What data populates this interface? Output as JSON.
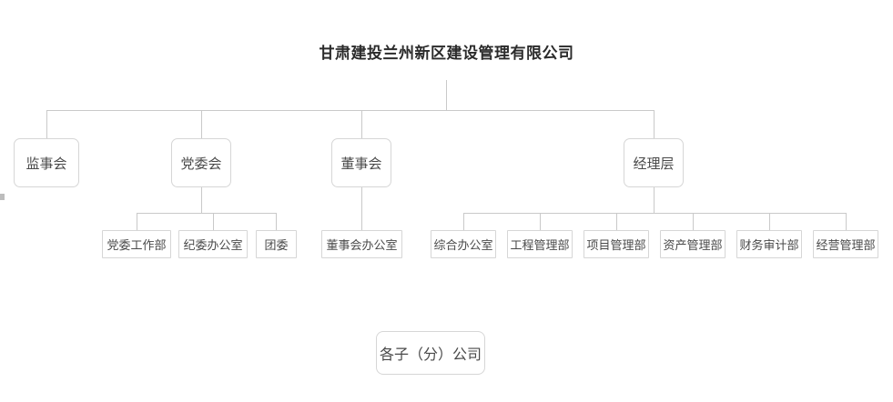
{
  "chart": {
    "type": "org-chart",
    "title": "甘肃建投兰州新区建设管理有限公司",
    "root": {
      "label": "甘肃建投兰州新区建设管理有限公司"
    },
    "level2": [
      {
        "label": "监事会"
      },
      {
        "label": "党委会"
      },
      {
        "label": "董事会"
      },
      {
        "label": "经理层"
      }
    ],
    "level3_dangweihui": [
      {
        "label": "党委工作部"
      },
      {
        "label": "纪委办公室"
      },
      {
        "label": "团委"
      }
    ],
    "level3_dongshihui": [
      {
        "label": "董事会办公室"
      }
    ],
    "level3_jinglizeng": [
      {
        "label": "综合办公室"
      },
      {
        "label": "工程管理部"
      },
      {
        "label": "项目管理部"
      },
      {
        "label": "资产管理部"
      },
      {
        "label": "财务审计部"
      },
      {
        "label": "经营管理部"
      }
    ],
    "subsidiary": {
      "label": "各子（分）公司"
    },
    "colors": {
      "line": "#c9c9c9",
      "box_border": "#d6d6d6",
      "box_fill": "#ffffff",
      "title_text": "#2b2b2b",
      "node_text": "#4a4a4a"
    }
  }
}
